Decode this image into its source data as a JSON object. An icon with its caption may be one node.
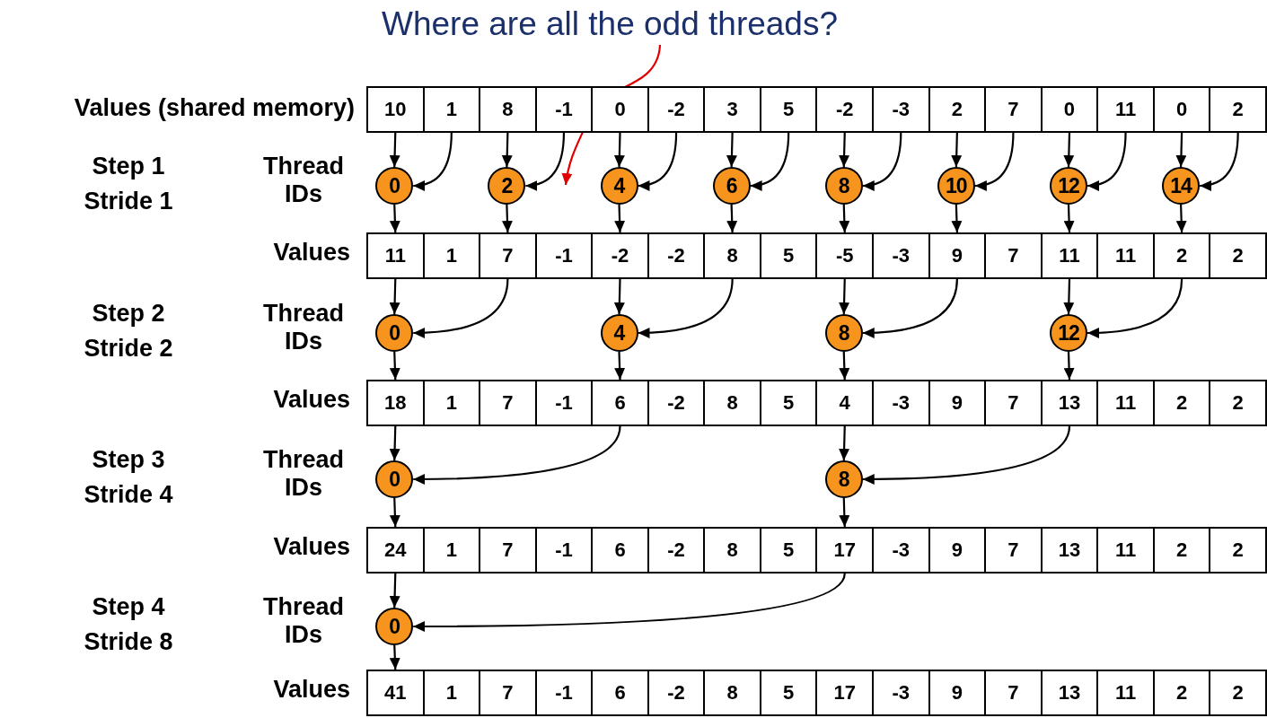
{
  "diagram": {
    "nodes": [
      {
        "text": [
          "Where are all the odd threads?"
        ]
      },
      {
        "text": [
          "10"
        ]
      },
      {
        "text": [
          "1"
        ]
      },
      {
        "text": [
          "8"
        ]
      },
      {
        "text": [
          "-1"
        ]
      },
      {
        "text": [
          "0"
        ]
      },
      {
        "text": [
          "-2"
        ]
      },
      {
        "text": [
          "3"
        ]
      },
      {
        "text": [
          "5"
        ]
      },
      {
        "text": [
          "-2"
        ]
      },
      {
        "text": [
          "-3"
        ]
      },
      {
        "text": [
          "2"
        ]
      },
      {
        "text": [
          "7"
        ]
      },
      {
        "text": [
          "0"
        ]
      },
      {
        "text": [
          "11"
        ]
      },
      {
        "text": [
          "0"
        ]
      },
      {
        "text": [
          "2"
        ]
      },
      {
        "text": [
          "0"
        ]
      },
      {
        "text": [
          "2"
        ]
      },
      {
        "text": [
          "4"
        ]
      },
      {
        "text": [
          "6"
        ]
      },
      {
        "text": [
          "8"
        ]
      },
      {
        "text": [
          "10"
        ]
      },
      {
        "text": [
          "12"
        ]
      },
      {
        "text": [
          "14"
        ]
      },
      {
        "text": [
          "11"
        ]
      },
      {
        "text": [
          "1"
        ]
      },
      {
        "text": [
          "7"
        ]
      },
      {
        "text": [
          "-1"
        ]
      },
      {
        "text": [
          "-2"
        ]
      },
      {
        "text": [
          "-2"
        ]
      },
      {
        "text": [
          "8"
        ]
      },
      {
        "text": [
          "5"
        ]
      },
      {
        "text": [
          "-5"
        ]
      },
      {
        "text": [
          "-3"
        ]
      },
      {
        "text": [
          "9"
        ]
      },
      {
        "text": [
          "7"
        ]
      },
      {
        "text": [
          "11"
        ]
      },
      {
        "text": [
          "11"
        ]
      },
      {
        "text": [
          "2"
        ]
      },
      {
        "text": [
          "2"
        ]
      },
      {
        "text": [
          "0"
        ]
      },
      {
        "text": [
          "4"
        ]
      },
      {
        "text": [
          "8"
        ]
      },
      {
        "text": [
          "12"
        ]
      },
      {
        "text": [
          "18"
        ]
      },
      {
        "text": [
          "1"
        ]
      },
      {
        "text": [
          "7"
        ]
      },
      {
        "text": [
          "-1"
        ]
      },
      {
        "text": [
          "6"
        ]
      },
      {
        "text": [
          "-2"
        ]
      },
      {
        "text": [
          "8"
        ]
      },
      {
        "text": [
          "5"
        ]
      },
      {
        "text": [
          "4"
        ]
      },
      {
        "text": [
          "-3"
        ]
      },
      {
        "text": [
          "9"
        ]
      },
      {
        "text": [
          "7"
        ]
      },
      {
        "text": [
          "13"
        ]
      },
      {
        "text": [
          "11"
        ]
      },
      {
        "text": [
          "2"
        ]
      },
      {
        "text": [
          "2"
        ]
      },
      {
        "text": [
          "0"
        ]
      },
      {
        "text": [
          "8"
        ]
      },
      {
        "text": [
          "24"
        ]
      },
      {
        "text": [
          "1"
        ]
      },
      {
        "text": [
          "7"
        ]
      },
      {
        "text": [
          "-1"
        ]
      },
      {
        "text": [
          "6"
        ]
      },
      {
        "text": [
          "-2"
        ]
      },
      {
        "text": [
          "8"
        ]
      },
      {
        "text": [
          "5"
        ]
      },
      {
        "text": [
          "17"
        ]
      },
      {
        "text": [
          "-3"
        ]
      },
      {
        "text": [
          "9"
        ]
      },
      {
        "text": [
          "7"
        ]
      },
      {
        "text": [
          "13"
        ]
      },
      {
        "text": [
          "11"
        ]
      },
      {
        "text": [
          "2"
        ]
      },
      {
        "text": [
          "2"
        ]
      },
      {
        "text": [
          "0"
        ]
      },
      {
        "text": [
          "41"
        ]
      },
      {
        "text": [
          "1"
        ]
      },
      {
        "text": [
          "7"
        ]
      },
      {
        "text": [
          "-1"
        ]
      },
      {
        "text": [
          "6"
        ]
      },
      {
        "text": [
          "-2"
        ]
      },
      {
        "text": [
          "8"
        ]
      },
      {
        "text": [
          "5"
        ]
      },
      {
        "text": [
          "17"
        ]
      },
      {
        "text": [
          "-3"
        ]
      },
      {
        "text": [
          "9"
        ]
      },
      {
        "text": [
          "7"
        ]
      },
      {
        "text": [
          "13"
        ]
      },
      {
        "text": [
          "11"
        ]
      },
      {
        "text": [
          "2"
        ]
      },
      {
        "text": [
          "2"
        ]
      }
    ],
    "edges": [
      {
        "from": 1,
        "to": 17,
        "arrow": "to"
      },
      {
        "from": 2,
        "to": 17,
        "arrow": "to"
      },
      {
        "from": 17,
        "to": 25,
        "arrow": "to"
      },
      {
        "from": 3,
        "to": 18,
        "arrow": "to"
      },
      {
        "from": 4,
        "to": 18,
        "arrow": "to"
      },
      {
        "from": 18,
        "to": 27,
        "arrow": "to"
      },
      {
        "from": 5,
        "to": 19,
        "arrow": "to"
      },
      {
        "from": 6,
        "to": 19,
        "arrow": "to"
      },
      {
        "from": 19,
        "to": 29,
        "arrow": "to"
      },
      {
        "from": 7,
        "to": 20,
        "arrow": "to"
      },
      {
        "from": 8,
        "to": 20,
        "arrow": "to"
      },
      {
        "from": 20,
        "to": 31,
        "arrow": "to"
      },
      {
        "from": 9,
        "to": 21,
        "arrow": "to"
      },
      {
        "from": 10,
        "to": 21,
        "arrow": "to"
      },
      {
        "from": 21,
        "to": 33,
        "arrow": "to"
      },
      {
        "from": 11,
        "to": 22,
        "arrow": "to"
      },
      {
        "from": 12,
        "to": 22,
        "arrow": "to"
      },
      {
        "from": 22,
        "to": 35,
        "arrow": "to"
      },
      {
        "from": 13,
        "to": 23,
        "arrow": "to"
      },
      {
        "from": 14,
        "to": 23,
        "arrow": "to"
      },
      {
        "from": 23,
        "to": 37,
        "arrow": "to"
      },
      {
        "from": 15,
        "to": 24,
        "arrow": "to"
      },
      {
        "from": 16,
        "to": 24,
        "arrow": "to"
      },
      {
        "from": 24,
        "to": 39,
        "arrow": "to"
      },
      {
        "from": 25,
        "to": 41,
        "arrow": "to"
      },
      {
        "from": 27,
        "to": 41,
        "arrow": "to"
      },
      {
        "from": 41,
        "to": 45,
        "arrow": "to"
      },
      {
        "from": 29,
        "to": 42,
        "arrow": "to"
      },
      {
        "from": 31,
        "to": 42,
        "arrow": "to"
      },
      {
        "from": 42,
        "to": 49,
        "arrow": "to"
      },
      {
        "from": 33,
        "to": 43,
        "arrow": "to"
      },
      {
        "from": 35,
        "to": 43,
        "arrow": "to"
      },
      {
        "from": 43,
        "to": 53,
        "arrow": "to"
      },
      {
        "from": 37,
        "to": 44,
        "arrow": "to"
      },
      {
        "from": 39,
        "to": 44,
        "arrow": "to"
      },
      {
        "from": 44,
        "to": 57,
        "arrow": "to"
      },
      {
        "from": 45,
        "to": 61,
        "arrow": "to"
      },
      {
        "from": 49,
        "to": 61,
        "arrow": "to"
      },
      {
        "from": 61,
        "to": 63,
        "arrow": "to"
      },
      {
        "from": 53,
        "to": 62,
        "arrow": "to"
      },
      {
        "from": 57,
        "to": 62,
        "arrow": "to"
      },
      {
        "from": 62,
        "to": 71,
        "arrow": "to"
      },
      {
        "from": 63,
        "to": 79,
        "arrow": "to"
      },
      {
        "from": 71,
        "to": 79,
        "arrow": "to"
      },
      {
        "from": 79,
        "to": 80,
        "arrow": "to"
      },
      {
        "from": 0,
        "to": null,
        "arrow": "to",
        "color": "#e00000"
      }
    ],
    "labels": [
      "Values (shared memory)",
      "Step 1",
      "Stride 1",
      "Thread IDs",
      "Values",
      "Step 2",
      "Stride 2",
      "Thread IDs",
      "Values",
      "Step 3",
      "Stride 4",
      "Thread IDs",
      "Values",
      "Step 4",
      "Stride 8",
      "Thread IDs",
      "Values"
    ]
  }
}
